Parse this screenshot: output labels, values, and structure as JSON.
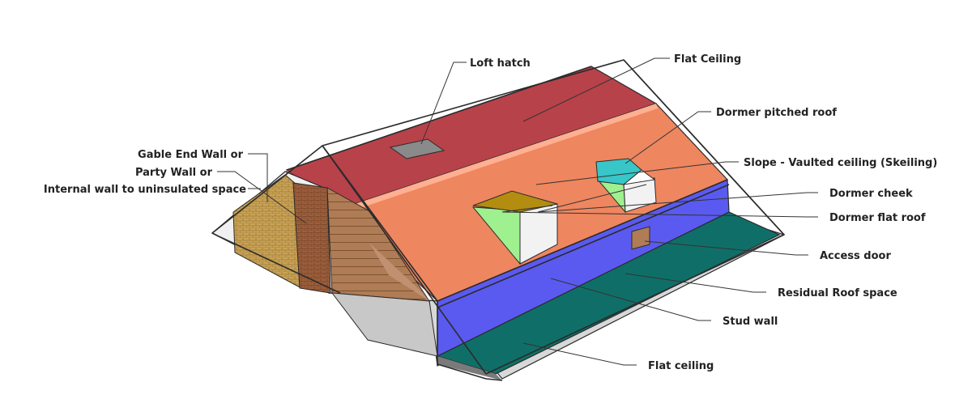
{
  "labels": {
    "loft_hatch": "Loft hatch",
    "flat_ceiling_top": "Flat Ceiling",
    "dormer_pitched_roof": "Dormer pitched roof",
    "slope_vaulted": "Slope - Vaulted ceiling (Skeiling)",
    "dormer_cheek": "Dormer cheek",
    "dormer_flat_roof": "Dormer flat roof",
    "access_door": "Access door",
    "residual_roof_space": "Residual Roof space",
    "stud_wall": "Stud wall",
    "flat_ceiling_bottom": "Flat ceiling",
    "gable_line1": "Gable End Wall or",
    "gable_line2": "Party Wall or",
    "gable_line3": "Internal wall to uninsulated space"
  },
  "colors": {
    "flat_ceiling": "#b8424a",
    "slope": "#ee8660",
    "stud_wall": "#5a5af0",
    "floor_ceiling": "#0f6f68",
    "dormer_roof_flat": "#b38d10",
    "dormer_roof_pitched": "#38c6c8",
    "dormer_cheek": "#9ff08f",
    "gable_brick": "#c8a050",
    "party_brick": "#a0603a",
    "boarding": "#b07c55"
  }
}
